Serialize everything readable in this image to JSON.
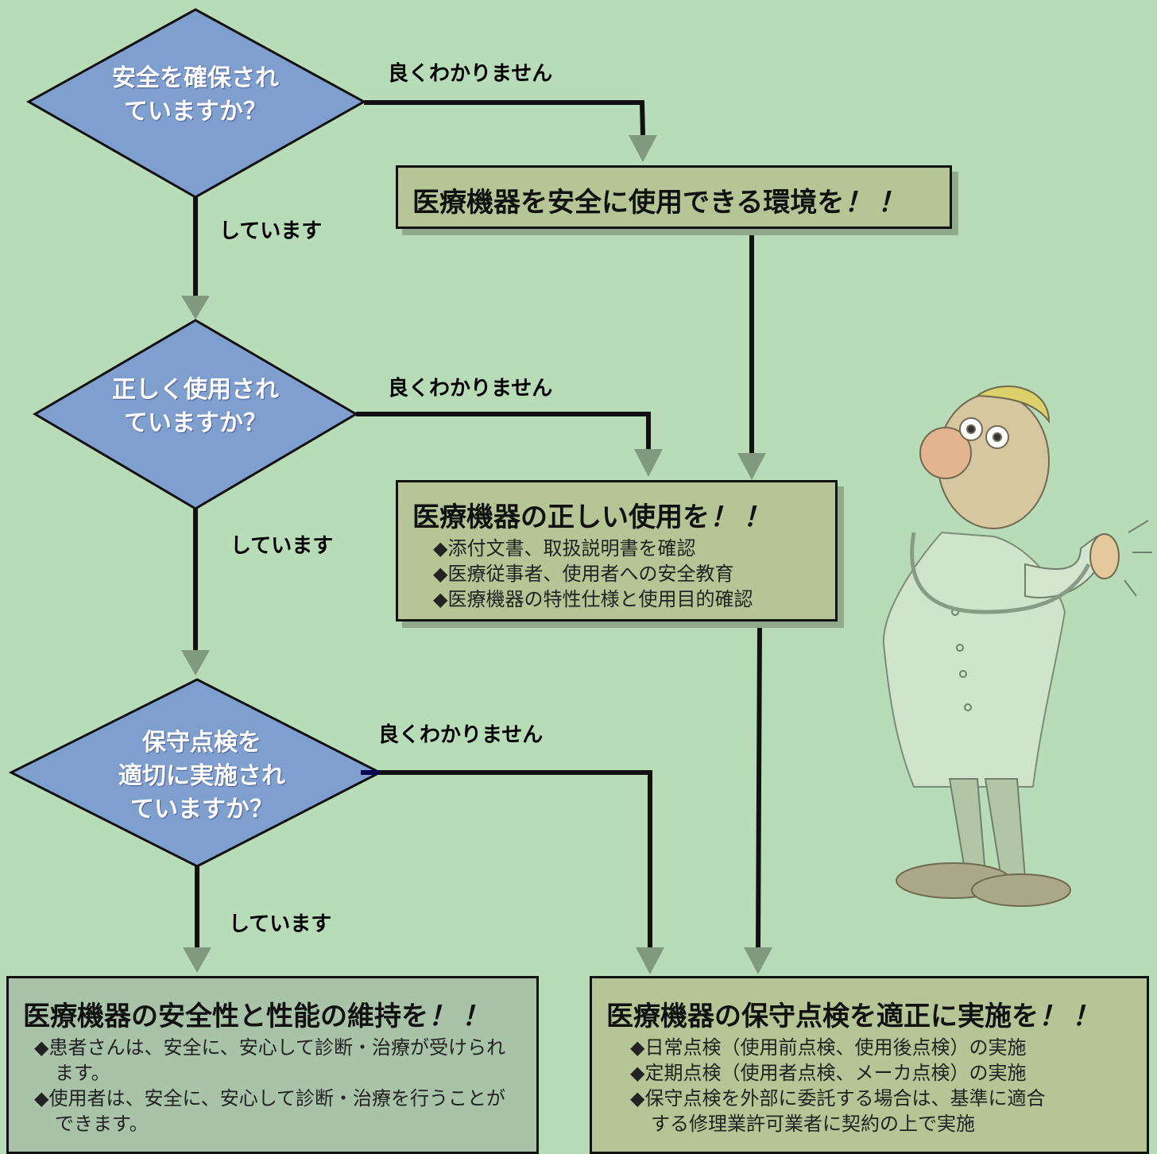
{
  "decisions": [
    {
      "lines": [
        "安全を確保され",
        "ていますか？"
      ]
    },
    {
      "lines": [
        "正しく使用され",
        "ていますか？"
      ]
    },
    {
      "lines": [
        "保守点検を",
        "適切に実施され",
        "ていますか？"
      ]
    }
  ],
  "edge_labels": {
    "unknown": "良くわかりません",
    "yes": "しています"
  },
  "boxes": {
    "safe_environment": {
      "title": "医療機器を安全に使用できる環境を",
      "exclaim": "！！"
    },
    "correct_use": {
      "title": "医療機器の正しい使用を",
      "exclaim": "！！",
      "bullet": "◆",
      "items": [
        "添付文書、取扱説明書を確認",
        "医療従事者、使用者への安全教育",
        "医療機器の特性仕様と使用目的確認"
      ]
    },
    "maintain_safety": {
      "title": "医療機器の安全性と性能の維持を",
      "exclaim": "！！",
      "bullet": "◆",
      "items": [
        [
          "患者さんは、安全に、安心して診断・治療が受けられ",
          "ます。"
        ],
        [
          "使用者は、安全に、安心して診断・治療を行うことが",
          "できます。"
        ]
      ]
    },
    "inspection": {
      "title": "医療機器の保守点検を適正に実施を",
      "exclaim": "！！",
      "bullet": "◆",
      "items": [
        [
          "日常点検（使用前点検、使用後点検）の実施"
        ],
        [
          "定期点検（使用者点検、メーカ点検）の実施"
        ],
        [
          "保守点検を外部に委託する場合は、基準に適合",
          "する修理業許可業者に契約の上で実施"
        ]
      ]
    }
  },
  "colors": {
    "background": "#b8dcb8",
    "diamond": "#7f9fcf",
    "arrow": "#7f9a7f",
    "box_light": "#b5c595",
    "box_grey": "#a9c3a9"
  }
}
